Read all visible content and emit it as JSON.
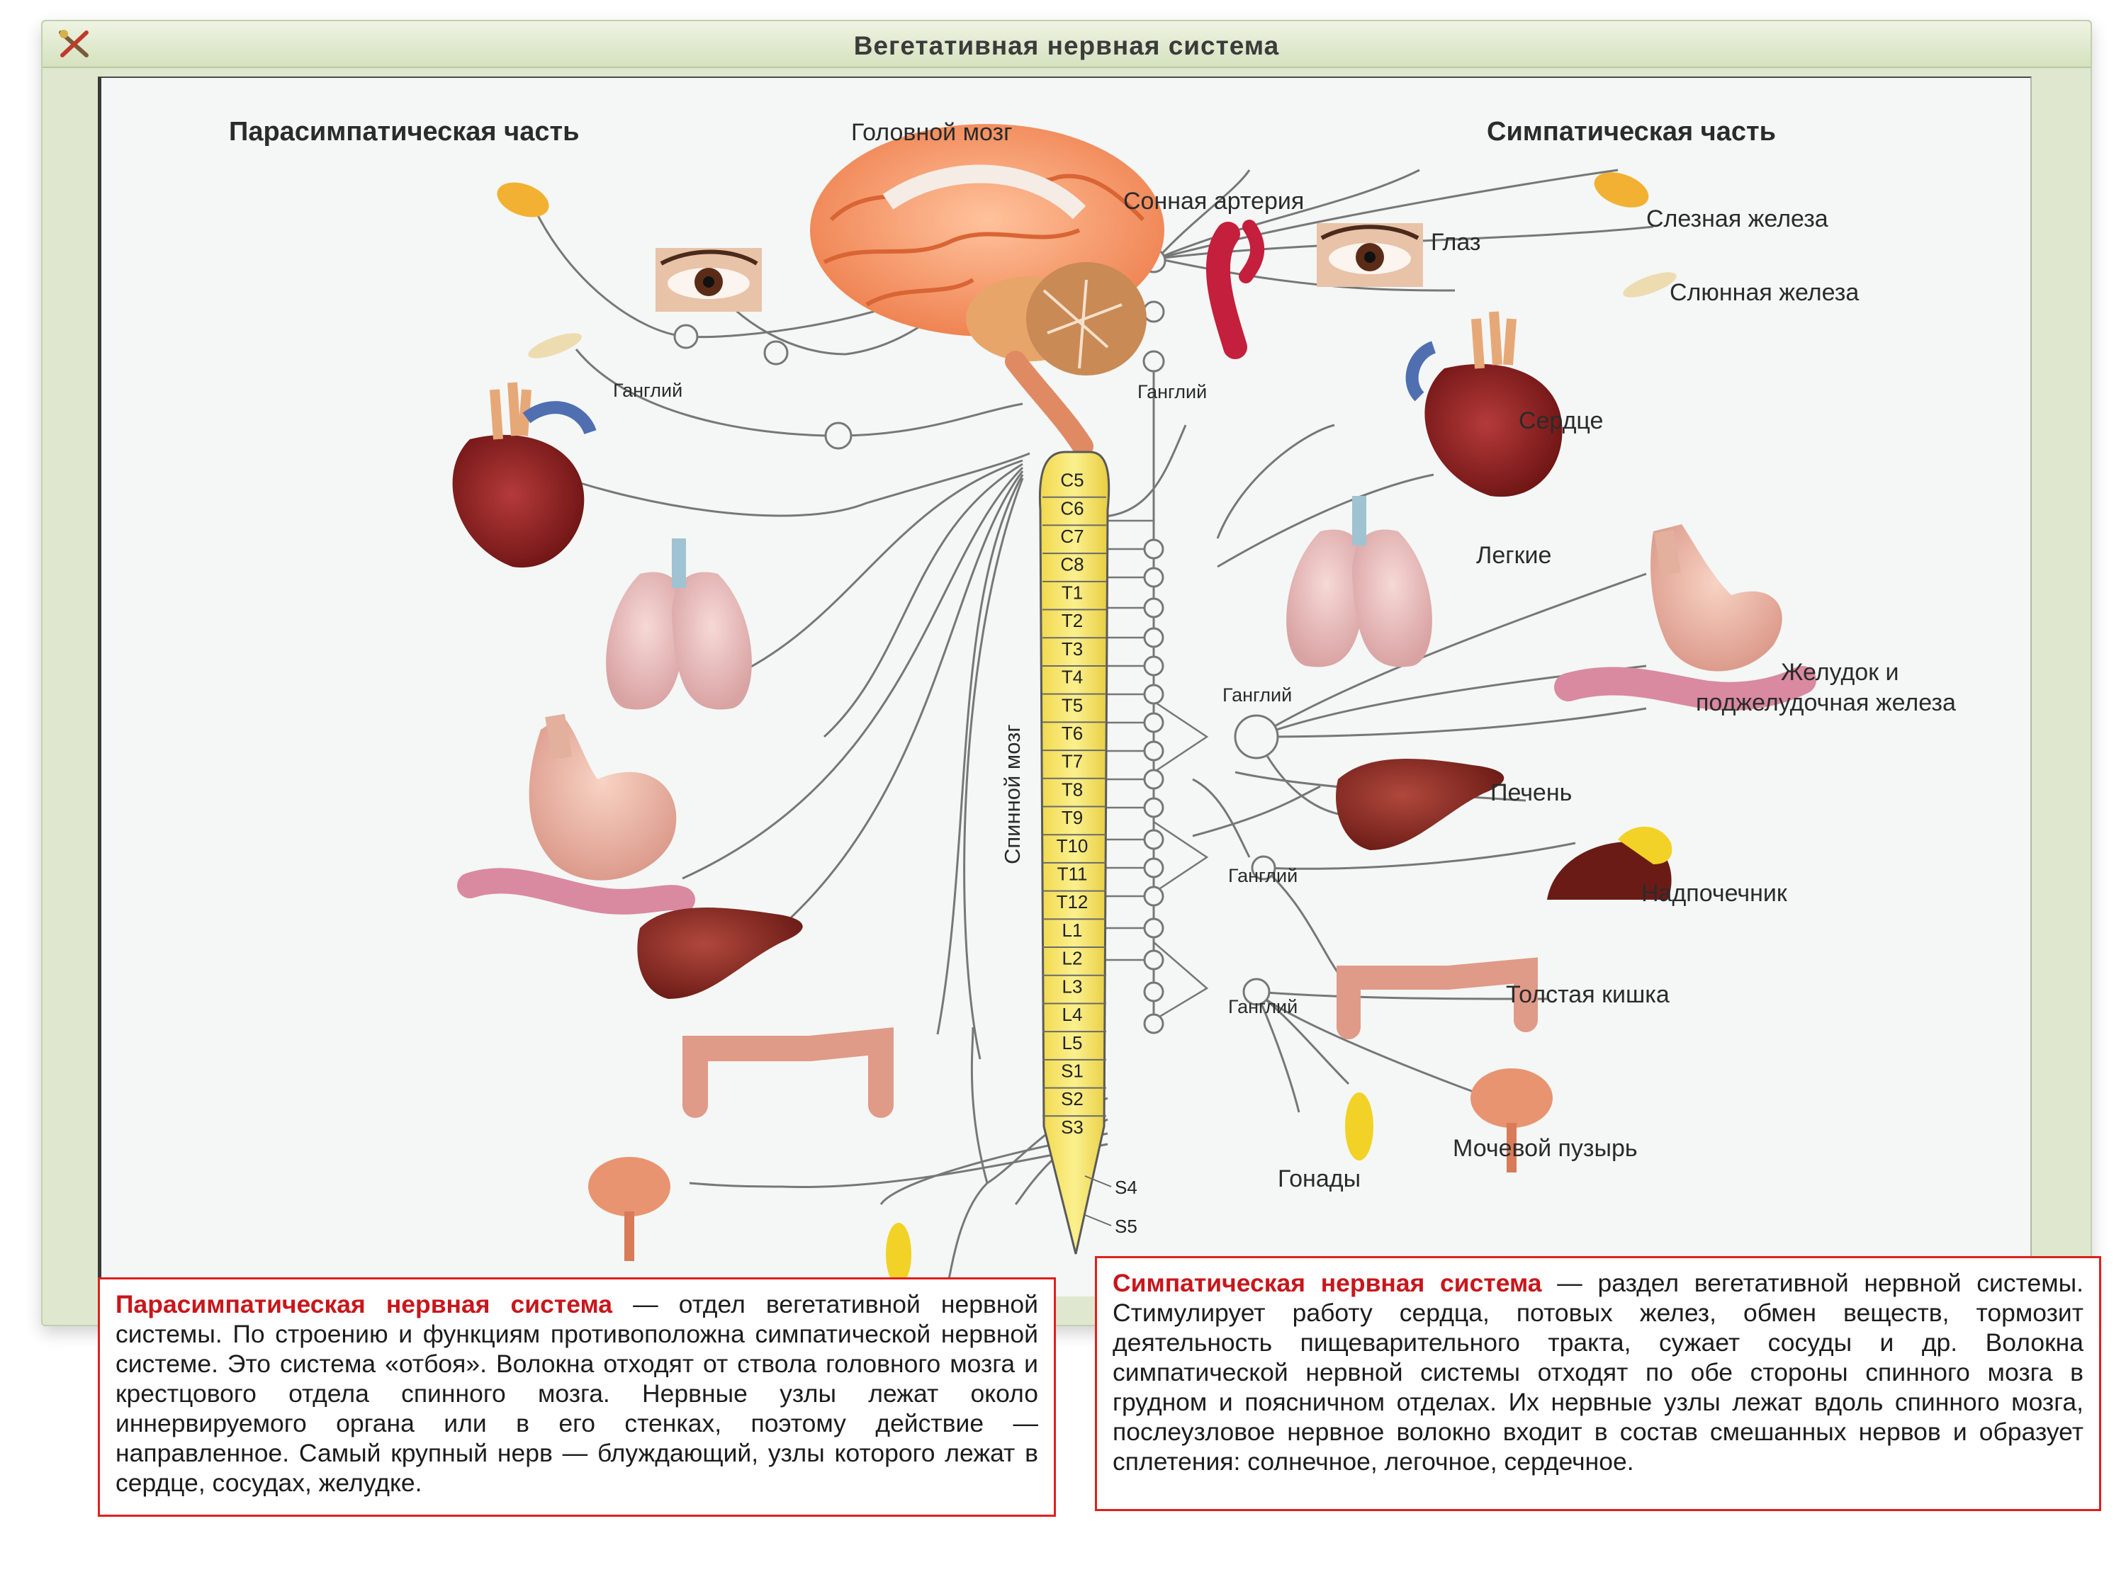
{
  "window": {
    "title": "Вегетативная нервная система",
    "icon": "tools-icon"
  },
  "headers": {
    "left": "Парасимпатическая часть",
    "right": "Симпатическая часть"
  },
  "labels": {
    "brain": "Головной мозг",
    "carotid": "Сонная артерия",
    "eye": "Глаз",
    "lacrimal": "Слезная железа",
    "salivary": "Слюнная железа",
    "heart": "Сердце",
    "lungs": "Легкие",
    "stomach_line1": "Желудок и",
    "stomach_line2": "поджелудочная железа",
    "liver": "Печень",
    "adrenal": "Надпочечник",
    "colon": "Толстая кишка",
    "bladder": "Мочевой пузырь",
    "gonads": "Гонады",
    "spinal_cord": "Спинной мозг",
    "ganglion": "Ганглий"
  },
  "segments": [
    "C5",
    "C6",
    "C7",
    "C8",
    "T1",
    "T2",
    "T3",
    "T4",
    "T5",
    "T6",
    "T7",
    "T8",
    "T9",
    "T10",
    "T11",
    "T12",
    "L1",
    "L2",
    "L3",
    "L4",
    "L5",
    "S1",
    "S2",
    "S3"
  ],
  "tail_segments": [
    "S4",
    "S5"
  ],
  "parasympathetic": {
    "title": "Парасимпатическая нервная система",
    "text": " — отдел вегетативной нервной системы. По строению и функциям противоположна симпатической нервной системе. Это система «отбоя». Волокна отходят от ствола головного мозга и крестцового отдела спинного мозга. Нервные узлы лежат около иннервируемого органа или в его стенках, поэтому действие — направленное. Самый крупный нерв — блуждающий, узлы которого лежат в сердце, сосудах, желудке."
  },
  "sympathetic": {
    "title": "Симпатическая нервная система",
    "text": " — раздел вегетативной нервной системы. Стимулирует работу сердца, потовых желез, обмен веществ, тормозит деятельность пищеварительного тракта, сужает сосуды и др. Волокна симпатической нервной системы отходят по обе стороны спинного мозга в грудном и поясничном отделах. Их нервные узлы лежат вдоль спинного мозга, послеузловое нервное волокно входит в состав смешанных нервов и образует сплетения: солнечное, легочное, сердечное."
  },
  "colors": {
    "accent_red": "#c8161b",
    "spine_yellow": "#f7e66a",
    "frame_green": "#dfe8cf"
  }
}
